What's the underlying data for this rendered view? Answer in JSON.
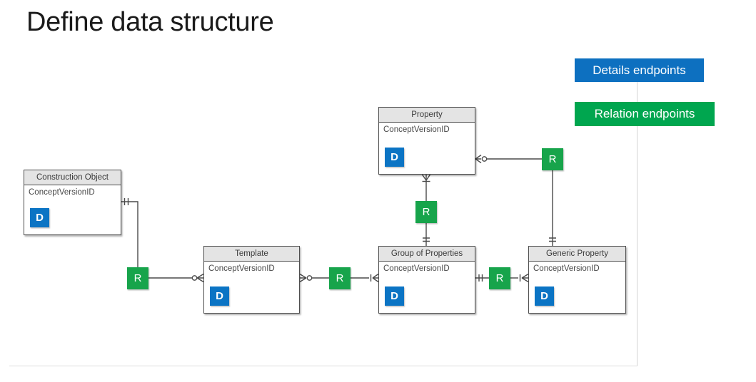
{
  "page": {
    "title": "Define data structure"
  },
  "legend": {
    "items": [
      {
        "label": "Details endpoints",
        "color": "#0d70c0"
      },
      {
        "label": "Relation endpoints",
        "color": "#00a64f"
      }
    ]
  },
  "diagram": {
    "relation_badge_label": "R",
    "entities": [
      {
        "id": "construction-object",
        "name": "Construction Object",
        "field": "ConceptVersionID",
        "badge": "D"
      },
      {
        "id": "template",
        "name": "Template",
        "field": "ConceptVersionID",
        "badge": "D"
      },
      {
        "id": "property",
        "name": "Property",
        "field": "ConceptVersionID",
        "badge": "D"
      },
      {
        "id": "group-of-properties",
        "name": "Group of Properties",
        "field": "ConceptVersionID",
        "badge": "D"
      },
      {
        "id": "generic-property",
        "name": "Generic Property",
        "field": "ConceptVersionID",
        "badge": "D"
      }
    ],
    "relationships": [
      {
        "from": "Construction Object",
        "to": "Template",
        "via": "R",
        "from_cardinality": "exactly-one",
        "to_cardinality": "zero-or-many"
      },
      {
        "from": "Template",
        "to": "Group of Properties",
        "via": "R",
        "from_cardinality": "zero-or-many",
        "to_cardinality": "one-or-many"
      },
      {
        "from": "Property",
        "to": "Group of Properties",
        "via": "R",
        "from_cardinality": "one-or-many",
        "to_cardinality": "exactly-one"
      },
      {
        "from": "Group of Properties",
        "to": "Generic Property",
        "via": "R",
        "from_cardinality": "exactly-one",
        "to_cardinality": "one-or-many"
      },
      {
        "from": "Property",
        "to": "Generic Property",
        "via": "R",
        "from_cardinality": "zero-or-many",
        "to_cardinality": "exactly-one"
      }
    ],
    "colors": {
      "details_badge_blue": "#0b74c4",
      "relation_badge_green": "#17a44b",
      "legend_blue": "#0d70c0",
      "legend_green": "#00a64f",
      "entity_header_bg": "#e4e4e4",
      "entity_border": "#4e4e4e",
      "connector": "#4a4a4a"
    }
  }
}
